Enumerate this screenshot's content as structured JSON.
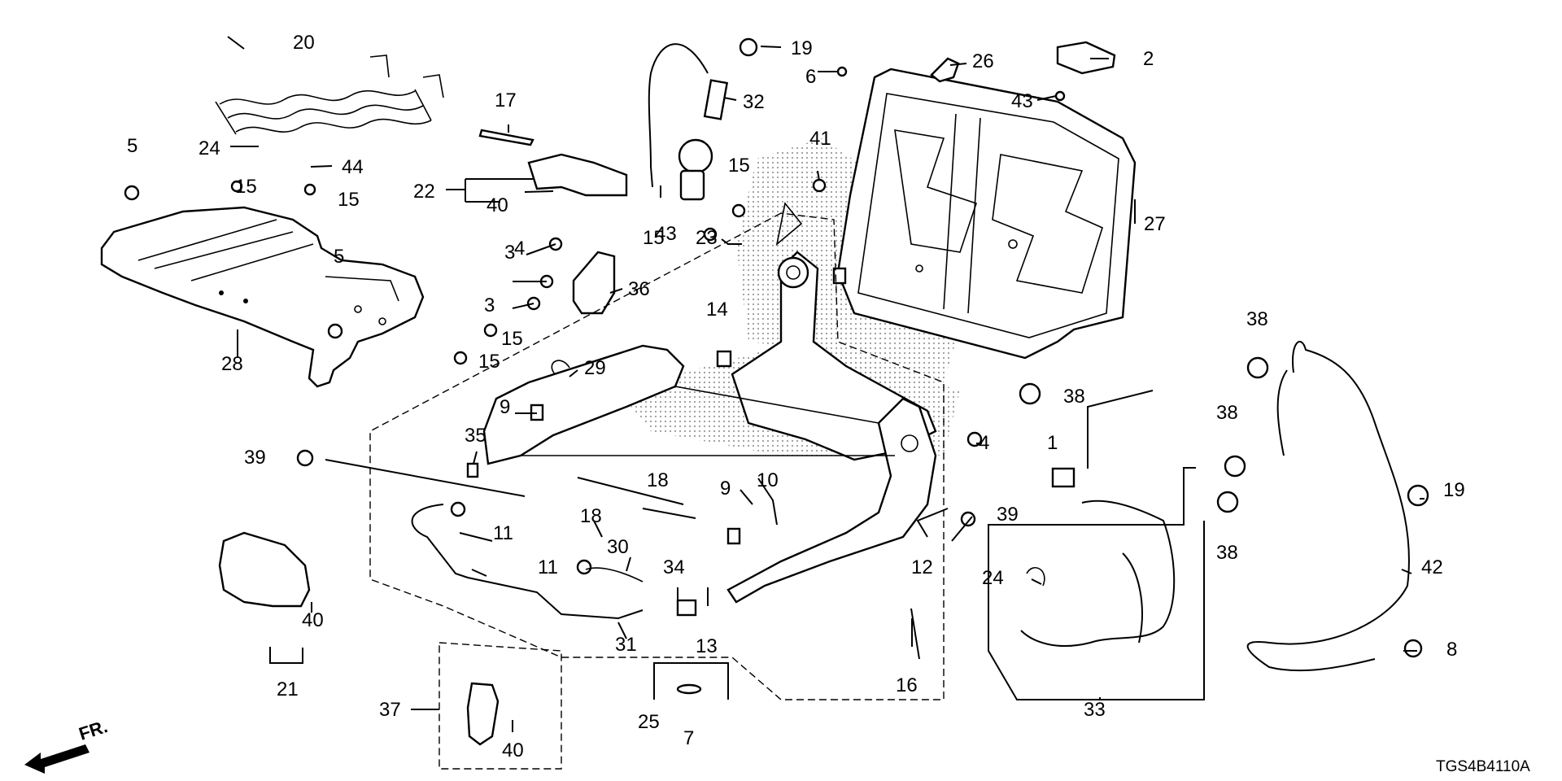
{
  "labels": {
    "n1": "1",
    "n2": "2",
    "n3a": "3",
    "n3b": "3",
    "n4a": "4",
    "n4b": "4",
    "n5a": "5",
    "n5b": "5",
    "n6": "6",
    "n7": "7",
    "n8": "8",
    "n9a": "9",
    "n9b": "9",
    "n10": "10",
    "n11a": "11",
    "n11b": "11",
    "n12": "12",
    "n13": "13",
    "n14": "14",
    "n15a": "15",
    "n15b": "15",
    "n15c": "15",
    "n15d": "15",
    "n15e": "15",
    "n15f": "15",
    "n16": "16",
    "n17": "17",
    "n18a": "18",
    "n18b": "18",
    "n19a": "19",
    "n19b": "19",
    "n20": "20",
    "n21": "21",
    "n22": "22",
    "n23": "23",
    "n24a": "24",
    "n24b": "24",
    "n25": "25",
    "n26": "26",
    "n27": "27",
    "n28": "28",
    "n29": "29",
    "n30": "30",
    "n31": "31",
    "n32": "32",
    "n33": "33",
    "n34": "34",
    "n35": "35",
    "n36": "36",
    "n37": "37",
    "n38a": "38",
    "n38b": "38",
    "n38c": "38",
    "n38d": "38",
    "n39a": "39",
    "n39b": "39",
    "n40a": "40",
    "n40b": "40",
    "n40c": "40",
    "n41": "41",
    "n42": "42",
    "n43a": "43",
    "n43b": "43",
    "n44": "44"
  },
  "direction_label": "FR.",
  "diagram_code": "TGS4B4110A",
  "colors": {
    "line": "#000000",
    "background": "#ffffff",
    "stipple": "#9a9a9a"
  }
}
